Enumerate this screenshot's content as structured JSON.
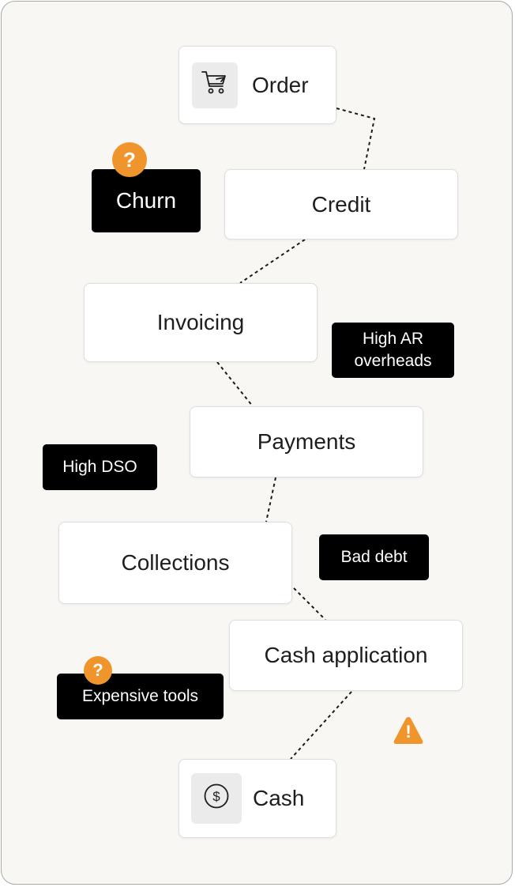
{
  "steps": {
    "order": "Order",
    "credit": "Credit",
    "invoicing": "Invoicing",
    "payments": "Payments",
    "collections": "Collections",
    "cash_application": "Cash application",
    "cash": "Cash"
  },
  "problems": {
    "churn": "Churn",
    "high_ar_overheads": "High AR overheads",
    "high_dso": "High DSO",
    "bad_debt": "Bad debt",
    "expensive_tools": "Expensive tools"
  },
  "badges": {
    "question_mark": "?",
    "warning_mark": "!"
  },
  "icons": {
    "order": "shopping-cart-icon",
    "cash": "dollar-circle-icon",
    "alert": "warning-triangle-icon"
  },
  "colors": {
    "accent": "#f0952b",
    "tag_background": "#000000",
    "card_background": "#ffffff",
    "canvas_background": "#f8f7f4"
  }
}
